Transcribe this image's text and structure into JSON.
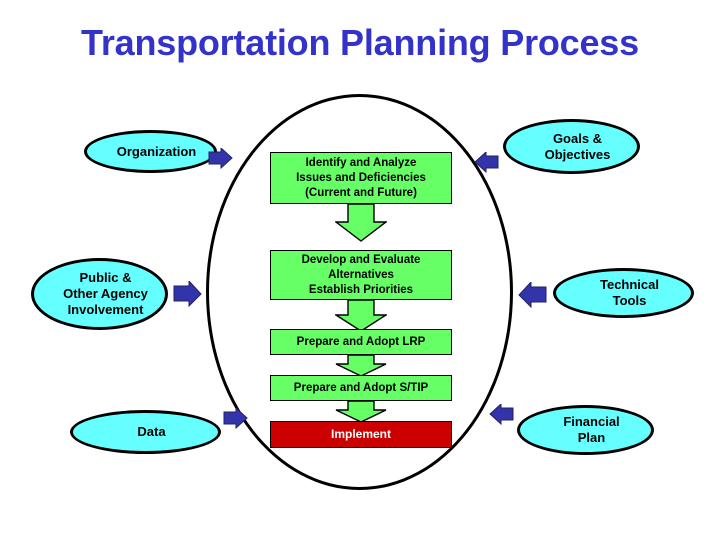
{
  "title": "Transportation Planning Process",
  "colors": {
    "title_text": "#3333CC",
    "process_box_fill": "#66FF66",
    "implement_box_fill": "#CC0000",
    "implement_box_text": "#FFFFFF",
    "ellipse_fill": "#66FFFF",
    "outline": "#000000",
    "connector_arrow": "#3333AA",
    "background": "#FFFFFF"
  },
  "center_flow": {
    "label": "core planning process",
    "steps": [
      {
        "id": "identify-and-analyze",
        "lines": [
          "Identify and Analyze",
          "Issues and Deficiencies",
          "(Current and Future)"
        ],
        "fill": "#66FF66"
      },
      {
        "id": "develop-and-evaluate",
        "lines": [
          "Develop and Evaluate",
          "Alternatives",
          "Establish Priorities"
        ],
        "fill": "#66FF66"
      },
      {
        "id": "prepare-and-adopt-lrp",
        "lines": [
          "Prepare and Adopt LRP"
        ],
        "fill": "#66FF66"
      },
      {
        "id": "prepare-and-adopt-stip",
        "lines": [
          "Prepare and Adopt S/TIP"
        ],
        "fill": "#66FF66"
      },
      {
        "id": "implement",
        "lines": [
          "Implement"
        ],
        "fill": "#CC0000"
      }
    ]
  },
  "inputs": {
    "label": "surrounding inputs",
    "left": [
      {
        "id": "organization",
        "lines": [
          "Organization"
        ],
        "arrow": "arrow-right-icon"
      },
      {
        "id": "public-and-other-agency-involvement",
        "lines": [
          "Public &",
          "Other Agency",
          "Involvement"
        ],
        "arrow": "arrow-right-icon"
      },
      {
        "id": "data",
        "lines": [
          "Data"
        ],
        "arrow": "arrow-right-icon"
      }
    ],
    "right": [
      {
        "id": "goals-and-objectives",
        "lines": [
          "Goals &",
          "Objectives"
        ],
        "arrow": "arrow-left-icon"
      },
      {
        "id": "technical-tools",
        "lines": [
          "Technical",
          "Tools"
        ],
        "arrow": "arrow-left-icon"
      },
      {
        "id": "financial-plan",
        "lines": [
          "Financial",
          "Plan"
        ],
        "arrow": "arrow-left-icon"
      }
    ]
  },
  "text": {
    "t0l0": "Identify and Analyze",
    "t0l1": "Issues and Deficiencies",
    "t0l2": "(Current and Future)",
    "t1l0": "Develop and Evaluate",
    "t1l1": "Alternatives",
    "t1l2": "Establish Priorities",
    "t2l0": "Prepare and Adopt LRP",
    "t3l0": "Prepare and Adopt S/TIP",
    "t4l0": "Implement",
    "e_org": "Organization",
    "e_pub0": "Public &",
    "e_pub1": "Other Agency",
    "e_pub2": "Involvement",
    "e_data": "Data",
    "e_goals0": "Goals &",
    "e_goals1": "Objectives",
    "e_tech0": "Technical",
    "e_tech1": "Tools",
    "e_fin0": "Financial",
    "e_fin1": "Plan"
  }
}
